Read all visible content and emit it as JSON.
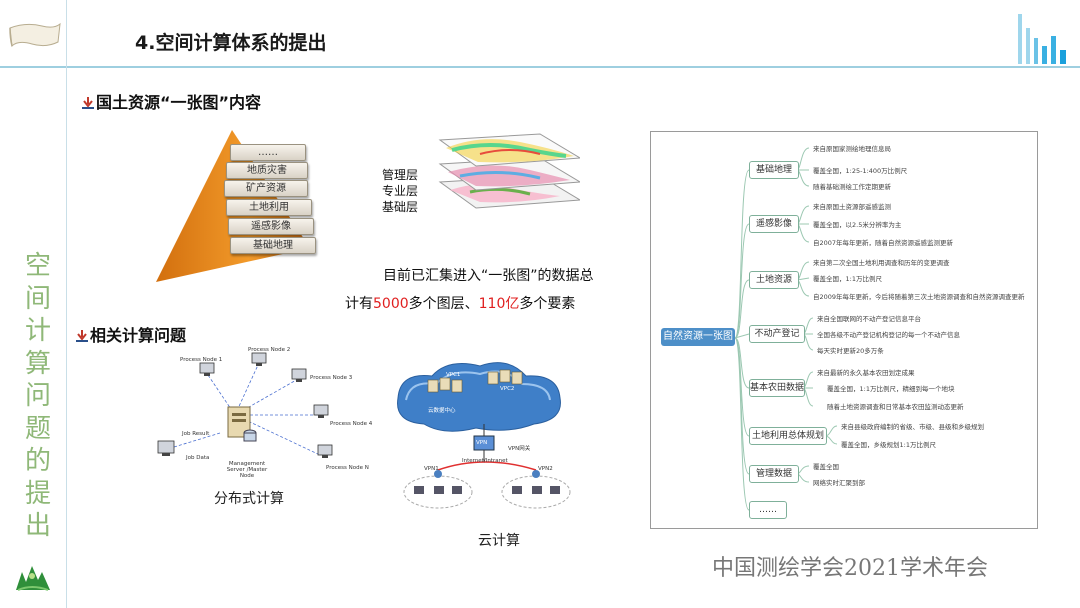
{
  "header": {
    "title": "4.空间计算体系的提出"
  },
  "sidebar": {
    "vertical_title": "空间计算问题的提出"
  },
  "section1": {
    "heading": "国土资源“一张图”内容",
    "pyramid_layers": [
      "……",
      "地质灾害",
      "矿产资源",
      "土地利用",
      "遥感影像",
      "基础地理"
    ],
    "map_layers": [
      "管理层",
      "专业层",
      "基础层"
    ],
    "summary_line1": "目前已汇集进入“一张图”的数据总",
    "summary_prefix": "计有",
    "summary_num1": "5000",
    "summary_mid": "多个图层、",
    "summary_num2": "110亿",
    "summary_suffix": "多个要素"
  },
  "section2": {
    "heading": "相关计算问题",
    "distributed": {
      "caption": "分布式计算",
      "server_label": "Management Server /Master Node",
      "job_result": "Job Result",
      "job_data": "Job Data",
      "nodes": [
        "Process Node 1",
        "Process Node 2",
        "Process Node 3",
        "Process Node 4",
        "Process Node N"
      ]
    },
    "cloud": {
      "caption": "云计算",
      "labels": [
        "VPC1",
        "VPC2",
        "云数据中心",
        "VPN",
        "Internet/Intranet",
        "VPN1",
        "VPN2",
        "VPN网关"
      ]
    }
  },
  "mindmap": {
    "root": "自然资源一张图",
    "branches": [
      {
        "label": "基础地理",
        "leaves": [
          "来自原国家测绘地理信息局",
          "覆盖全国，1:25-1:400万比例尺",
          "随着基础测绘工作定期更新"
        ]
      },
      {
        "label": "遥感影像",
        "leaves": [
          "来自原国土资源部遥感监测",
          "覆盖全国，以2.5米分辨率为主",
          "自2007年每年更新，随着自然资源遥感监测更新"
        ]
      },
      {
        "label": "土地资源",
        "leaves": [
          "来自第二次全国土地利用调查和历年的变更调查",
          "覆盖全国，1:1万比例尺",
          "自2009年每年更新，今后将随着第三次土地资源调查和自然资源调查更新"
        ]
      },
      {
        "label": "不动产登记",
        "leaves": [
          "来自全国联网的不动产登记信息平台",
          "全国各级不动产登记机构登记的每一个不动产信息",
          "每天实时更新20多万条"
        ]
      },
      {
        "label": "基本农田数据",
        "leaves": [
          "来自最新的永久基本农田划定成果",
          "覆盖全国，1:1万比例尺，精细到每一个地块",
          "随着土地资源调查和日常基本农田监测动态更新"
        ]
      },
      {
        "label": "土地利用总体规划",
        "leaves": [
          "来自县级政府编制的省级、市级、县级和乡级规划",
          "覆盖全国，乡级规划1:1万比例尺"
        ]
      },
      {
        "label": "管理数据",
        "leaves": [
          "覆盖全国",
          "网络实时汇聚到部"
        ]
      },
      {
        "label": "……",
        "leaves": []
      }
    ]
  },
  "footer": {
    "text": "中国测绘学会2021学术年会"
  },
  "colors": {
    "accent_blue": "#4d8fc8",
    "highlight_red": "#e02020",
    "pyramid_orange": "#e08a1e",
    "side_green": "#8fb878"
  }
}
